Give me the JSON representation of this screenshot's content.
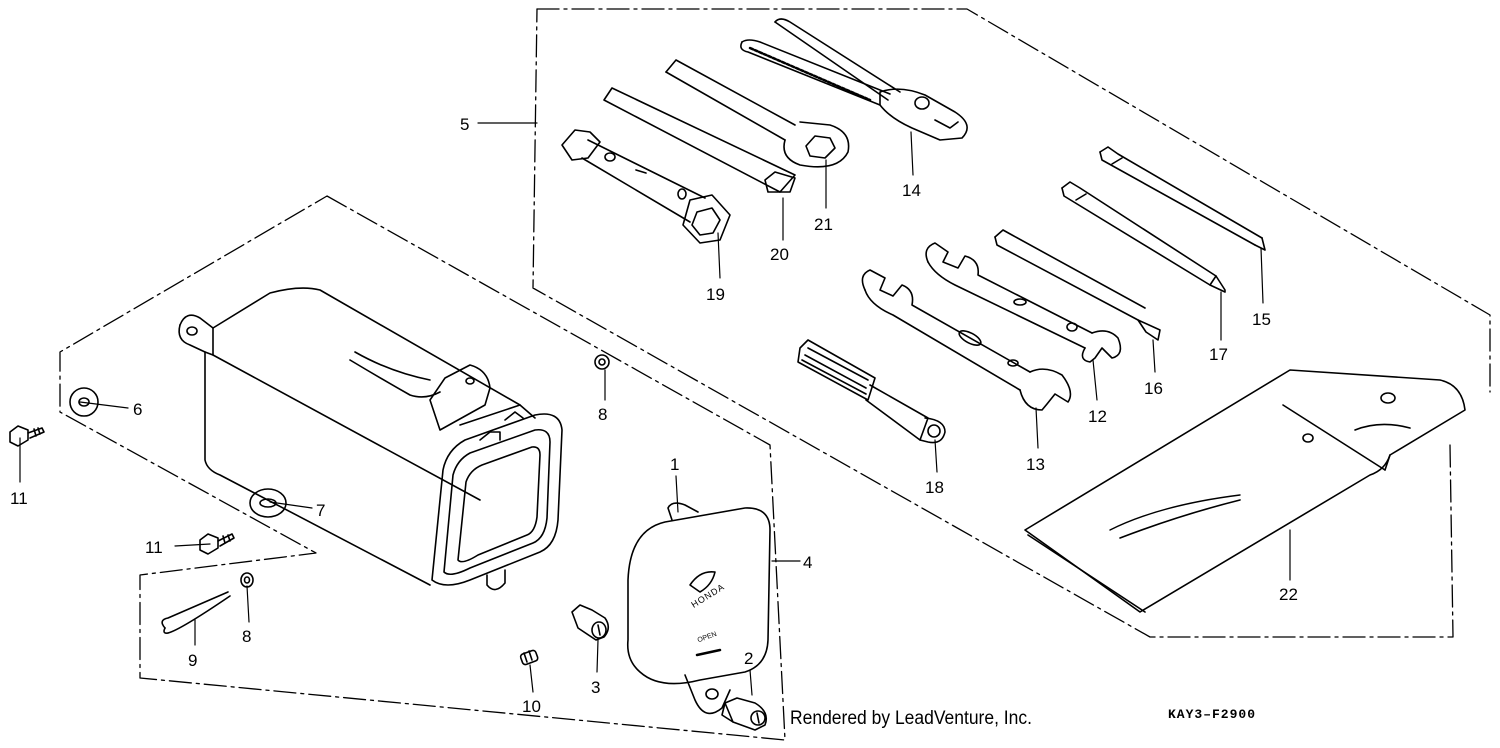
{
  "diagram": {
    "drawing_code": "KAY3–F2900",
    "credit": "Rendered by LeadVenture, Inc.",
    "honda_label": "HONDA",
    "open_label": "OPEN",
    "callouts": {
      "p1": "1",
      "p2": "2",
      "p3": "3",
      "p4": "4",
      "p5": "5",
      "p6": "6",
      "p7": "7",
      "p8a": "8",
      "p8b": "8",
      "p9": "9",
      "p10": "10",
      "p11a": "11",
      "p11b": "11",
      "p12": "12",
      "p13": "13",
      "p14": "14",
      "p15": "15",
      "p16": "16",
      "p17": "17",
      "p18": "18",
      "p19": "19",
      "p20": "20",
      "p21": "21",
      "p22": "22"
    }
  }
}
